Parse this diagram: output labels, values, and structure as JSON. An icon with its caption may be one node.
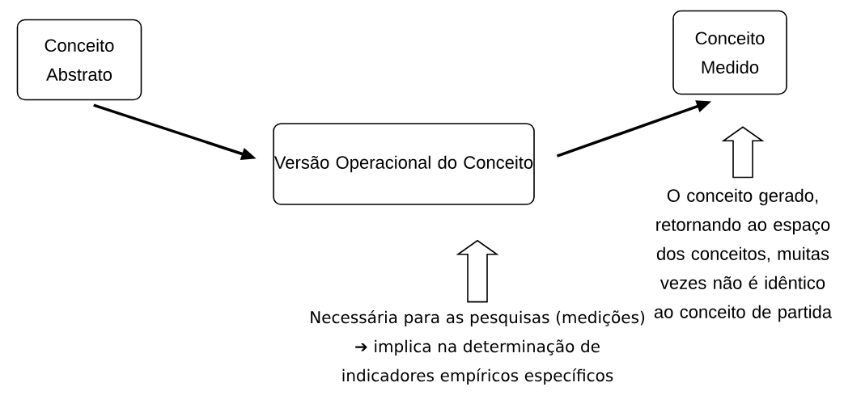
{
  "diagram": {
    "nodes": [
      {
        "text": [
          "Conceito Abstrato"
        ]
      },
      {
        "text": [
          "Versão Operacional do Conceito"
        ]
      },
      {
        "text": [
          "Conceito Medido"
        ]
      },
      {
        "text": [
          "Necessária para as pesquisas (medições) ➔ implica na determinação de indicadores empíricos específicos"
        ]
      },
      {
        "text": [
          "O conceito gerado, retornando ao espaço dos conceitos, muitas vezes não é idêntico ao conceito de partida"
        ]
      }
    ],
    "edges": [
      {
        "from": 0,
        "to": 1,
        "arrow": "to"
      },
      {
        "from": 1,
        "to": 2,
        "arrow": "to"
      },
      {
        "from": 3,
        "to": 1,
        "arrow": "to"
      },
      {
        "from": 4,
        "to": 2,
        "arrow": "to"
      }
    ]
  }
}
